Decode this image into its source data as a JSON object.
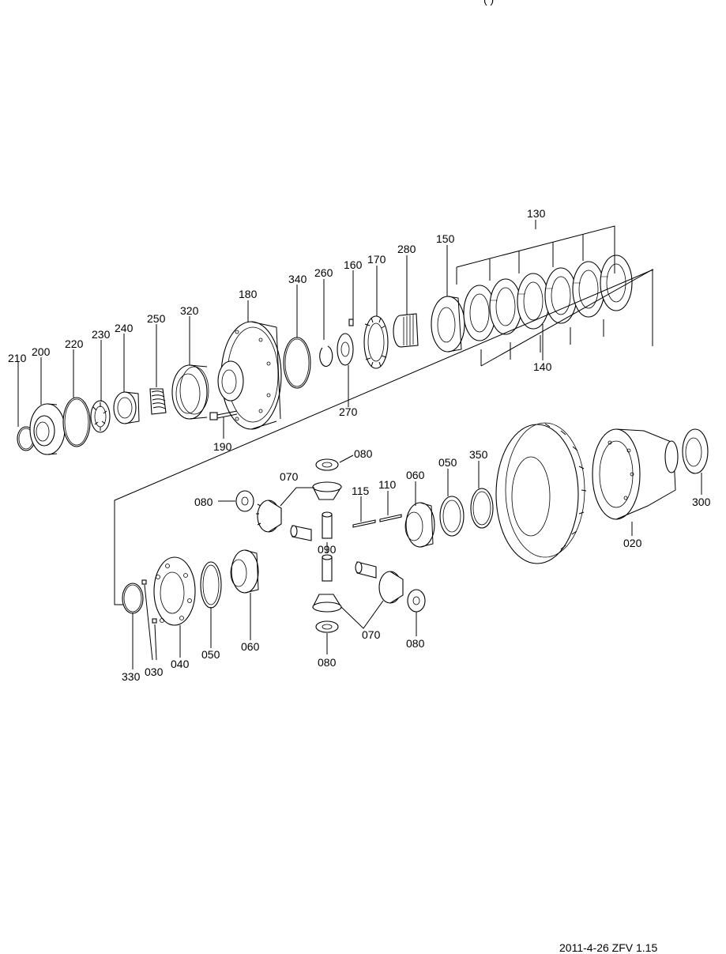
{
  "page_header_fragment": "(   )",
  "footer_text": "2011-4-26  ZFV 1.15",
  "labels": {
    "p210": "210",
    "p200": "200",
    "p220": "220",
    "p230": "230",
    "p240": "240",
    "p250": "250",
    "p320": "320",
    "p180": "180",
    "p190": "190",
    "p340": "340",
    "p260": "260",
    "p160": "160",
    "p170": "170",
    "p270": "270",
    "p280": "280",
    "p150": "150",
    "p130": "130",
    "p140": "140",
    "p080a": "080",
    "p070a": "070",
    "p080b": "080",
    "p115": "115",
    "p110": "110",
    "p060a": "060",
    "p050a": "050",
    "p350": "350",
    "p090": "090",
    "p070b": "070",
    "p080c": "080",
    "p080d": "080",
    "p020": "020",
    "p300": "300",
    "p330": "330",
    "p030": "030",
    "p040": "040",
    "p050b": "050",
    "p060b": "060"
  }
}
